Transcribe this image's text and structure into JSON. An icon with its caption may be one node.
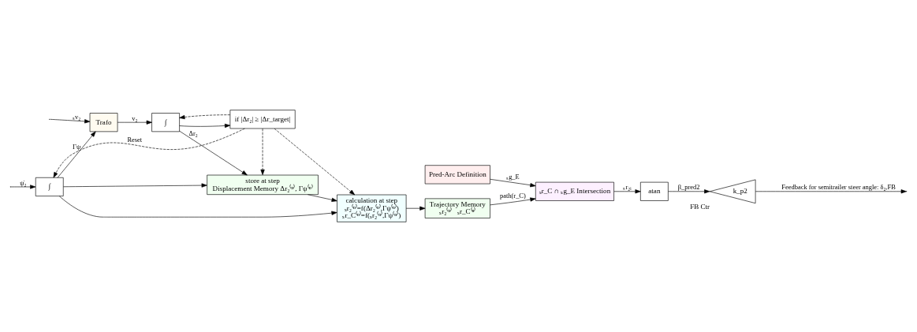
{
  "diagram": {
    "nodes": [
      {
        "text": [
          "if |Δr₂| ≥ |Δr_target|"
        ]
      },
      {
        "text": [
          "∫"
        ]
      },
      {
        "text": [
          "Trafo"
        ]
      },
      {
        "text": [
          "∫"
        ]
      },
      {
        "text": [
          "store at step",
          "Displacement Memory Δr₂⁽ⁿ⁾, Γψ⁽ⁿ⁾"
        ]
      },
      {
        "text": [
          "calculation at step",
          "ₛr₂⁽ⁿ⁾=f(Δr₂⁽ⁿ⁾,Γψ⁽ⁿ⁾)",
          "ₛr_C⁽ⁿ⁾=f(ₛr₂⁽ⁿ⁾,Γψ⁽ⁿ⁾)"
        ]
      },
      {
        "text": [
          "Trajectory Memory",
          "ₛr₂⁽ⁿ⁾   ₛr_C⁽ⁿ⁾"
        ]
      },
      {
        "text": [
          "Pred-Arc Definition"
        ]
      },
      {
        "text": [
          "ₛr_C ∩ ₛg_E Intersection"
        ]
      },
      {
        "text": [
          "atan"
        ]
      },
      {
        "text": [
          "k_p2"
        ],
        "beside": [
          "FB Ctr"
        ]
      }
    ],
    "edges": [
      {
        "from": null,
        "to": 1,
        "arrow": "to",
        "label": "ψ̇₂"
      },
      {
        "from": 1,
        "to": 2,
        "arrow": "to",
        "label": "Γψ"
      },
      {
        "from": null,
        "to": 2,
        "arrow": "to",
        "label": "ₛv₂"
      },
      {
        "from": 2,
        "to": 3,
        "arrow": "to",
        "label": "v₂"
      },
      {
        "from": 3,
        "to": 0,
        "arrow": "to"
      },
      {
        "from": 3,
        "to": 4,
        "arrow": "to",
        "label": "Δr₂"
      },
      {
        "from": 1,
        "to": 4,
        "arrow": "to"
      },
      {
        "from": 1,
        "to": 5,
        "arrow": "to"
      },
      {
        "from": 0,
        "to": 1,
        "arrow": "to",
        "style": "dashed",
        "label": "Reset"
      },
      {
        "from": 0,
        "to": 3,
        "arrow": "to",
        "style": "dashed"
      },
      {
        "from": 0,
        "to": 4,
        "arrow": "to",
        "style": "dashed"
      },
      {
        "from": 0,
        "to": 5,
        "arrow": "to",
        "style": "dashed"
      },
      {
        "from": 4,
        "to": 5,
        "arrow": "to"
      },
      {
        "from": 5,
        "to": 6,
        "arrow": "to"
      },
      {
        "from": 6,
        "to": 8,
        "arrow": "to",
        "label": "path(r_C)"
      },
      {
        "from": 7,
        "to": 8,
        "arrow": "to",
        "label": "ₛg_E"
      },
      {
        "from": 8,
        "to": 9,
        "arrow": "to",
        "label": "ₛr₂ᵢ"
      },
      {
        "from": 9,
        "to": 10,
        "arrow": "to",
        "label": "β_pred2"
      },
      {
        "from": 10,
        "to": null,
        "arrow": "to",
        "label": "Feedback for semitrailer steer angle: δ₂,FB"
      }
    ]
  }
}
